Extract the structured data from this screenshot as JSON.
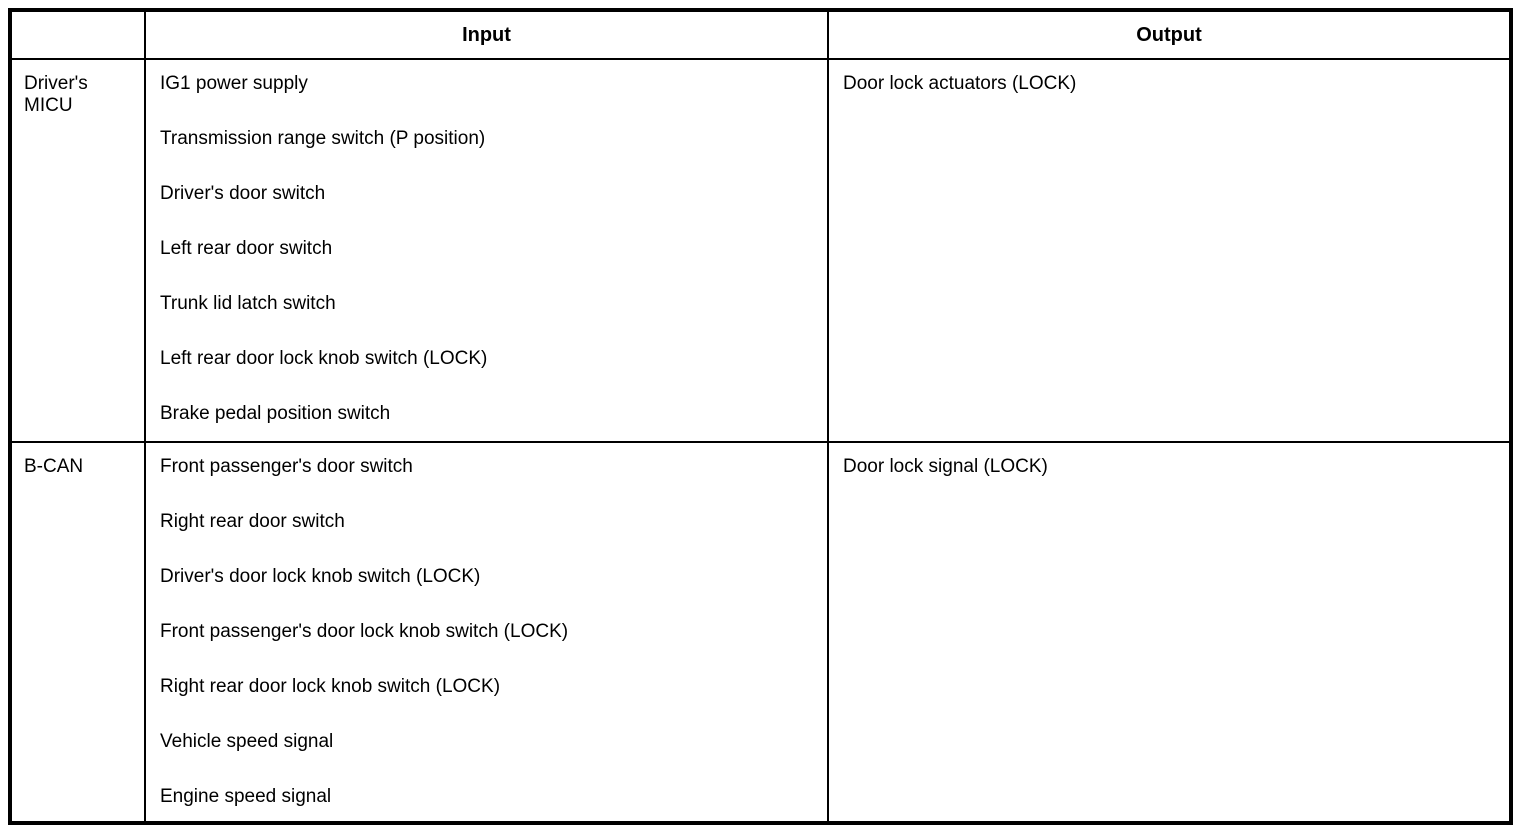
{
  "table": {
    "headers": {
      "source": "",
      "input": "Input",
      "output": "Output"
    },
    "rows": [
      {
        "source": "Driver's MICU",
        "inputs": [
          "IG1 power supply",
          "Transmission range switch (P position)",
          "Driver's door switch",
          "Left rear door switch",
          "Trunk lid latch switch",
          "Left rear door lock knob switch (LOCK)",
          "Brake pedal position switch"
        ],
        "outputs": [
          "Door lock actuators (LOCK)"
        ]
      },
      {
        "source": "B-CAN",
        "inputs": [
          "Front passenger's door switch",
          "Right rear door switch",
          "Driver's door lock knob switch (LOCK)",
          "Front passenger's door lock knob switch (LOCK)",
          "Right rear door lock knob switch (LOCK)",
          "Vehicle speed signal",
          "Engine speed signal"
        ],
        "outputs": [
          "Door lock signal (LOCK)"
        ]
      }
    ]
  }
}
